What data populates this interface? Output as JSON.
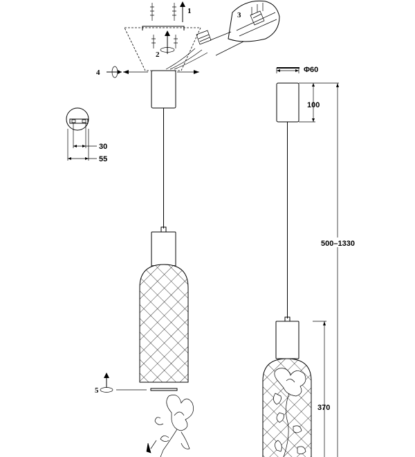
{
  "steps": {
    "step1": "1",
    "step2": "2",
    "step3": "3",
    "step4": "4",
    "step5": "5"
  },
  "dimensions": {
    "canopy_diameter": "Φ60",
    "canopy_height": "100",
    "total_height": "500–1330",
    "shade_height": "370",
    "bracket_inner": "30",
    "bracket_outer": "55"
  }
}
